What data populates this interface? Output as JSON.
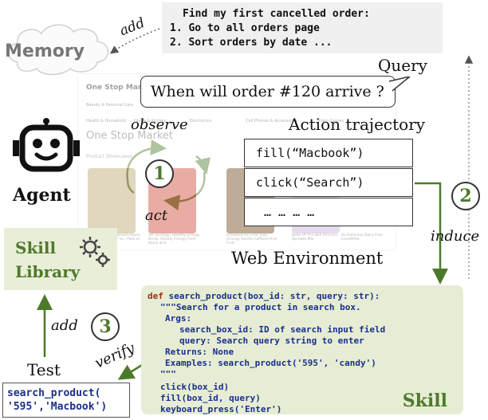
{
  "memory": {
    "label": "Memory",
    "note_lines": [
      "Find my first cancelled order:",
      "1. Go to all orders page",
      "2. Sort orders by date ..."
    ],
    "add_label": "add"
  },
  "query": {
    "label": "Query",
    "text": "When will order #120 arrive ?"
  },
  "agent": {
    "label": "Agent",
    "observe_label": "observe",
    "act_label": "act",
    "step": "1"
  },
  "web": {
    "label": "Web Environment",
    "site_name": "One Stop Market",
    "nav": [
      "Beauty & Personal Care",
      "Health & Household",
      "Home & Kitchen",
      "Electronics",
      "Cell Phones & Accessories",
      "Video Games"
    ],
    "store_title": "One Stop Market",
    "sub_title": "Product Showcases",
    "captions": [
      "Pre-baked Gingerbread House Kit Value Pack, 17 oz., Pack of 2, Total",
      "V8 +Energy, Healthy Energy Drink, Steady Energy from Black and",
      "Elmwood Inn Fine Teas, Orange Vanilla Caffeine-free Fruit",
      "Belle Of The Ball Princess Sprinkle Mix",
      "So Delicious Dairy Free CocoWhip"
    ]
  },
  "trajectory": {
    "label": "Action trajectory",
    "actions": [
      "fill(“Macbook”)",
      "click(“Search”)",
      "… … … …"
    ],
    "step": "2",
    "induce_label": "induce"
  },
  "skill_library": {
    "label_line1": "Skill",
    "label_line2": "Library",
    "icon": "gears-icon"
  },
  "skill": {
    "title": "Skill",
    "code": {
      "def_kw": "def",
      "fn_name": "search_product",
      "signature": "(box_id: str, query: str):",
      "doc_lines": [
        "\"\"\"Search for a product in search box.",
        "Args:",
        "search_box_id: ID of search input field",
        "query: Search query string to enter",
        "Returns: None",
        "Examples: search_product('595', 'candy')",
        "\"\"\""
      ],
      "body_calls": [
        {
          "name": "click",
          "args": "(box_id)"
        },
        {
          "name": "fill",
          "args": "(box_id, query)"
        },
        {
          "name": "keyboard_press",
          "args": "('Enter')"
        }
      ]
    }
  },
  "test": {
    "label": "Test",
    "verify_label": "verify",
    "add_label": "add",
    "step": "3",
    "code_line1": "search_product(",
    "code_line2": "'595','Macbook')"
  },
  "colors": {
    "green": "#4d7a2a",
    "skill_bg": "#e6edd4",
    "library_bg": "#e9eed8",
    "code_blue": "#1a2f8a",
    "code_red": "#9b2d10"
  }
}
